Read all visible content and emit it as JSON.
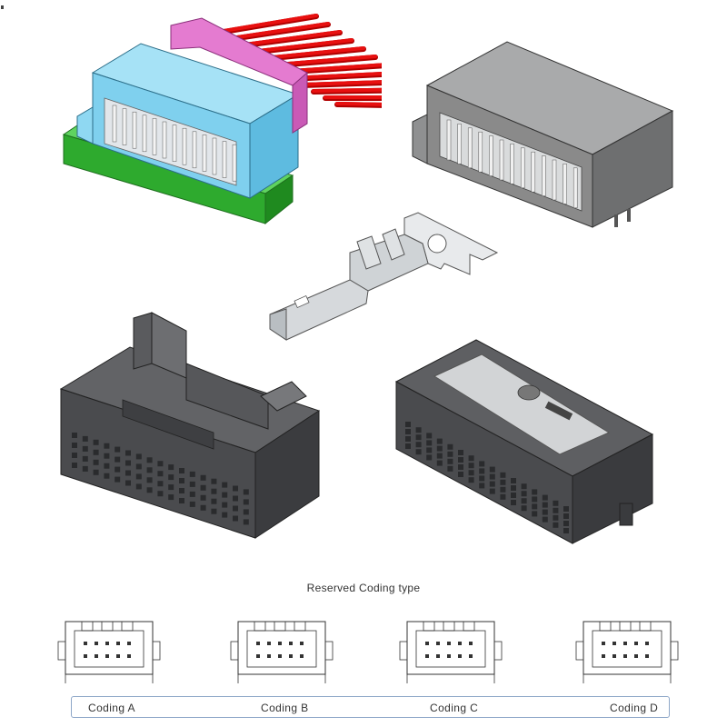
{
  "coding": {
    "title": "Reserved  Coding  type",
    "labels": [
      "Coding  A",
      "Coding  B",
      "Coding  C",
      "Coding  D"
    ]
  },
  "colors": {
    "pcb": "#2eaa2e",
    "receptacle": "#7fd0ee",
    "latch": "#e47bd0",
    "wires": "#e81010",
    "housing_gray": "#8a8a8a",
    "housing_dark": "#4a4b4e",
    "terminal": "#cfd3d6",
    "coding_bar_border": "#8ea7c8"
  }
}
